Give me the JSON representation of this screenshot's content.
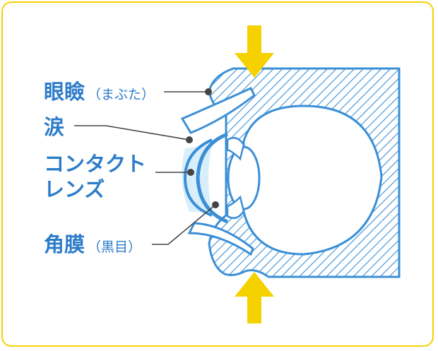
{
  "labels": {
    "eyelid": {
      "main": "眼瞼",
      "sub": "（まぶた）"
    },
    "tears": {
      "main": "涙"
    },
    "contact_lens": {
      "line1": "コンタクト",
      "line2": "レンズ"
    },
    "cornea": {
      "main": "角膜",
      "sub": "（黒目）"
    }
  },
  "colors": {
    "frame": "#f5d100",
    "arrow": "#f5d100",
    "outline": "#3b8fd6",
    "label_text": "#2d7cc9",
    "tear_film": "#d8eefb",
    "leader": "#444444"
  },
  "icons": {
    "pressure_arrow_top": "arrow-down-icon",
    "pressure_arrow_bottom": "arrow-up-icon"
  }
}
